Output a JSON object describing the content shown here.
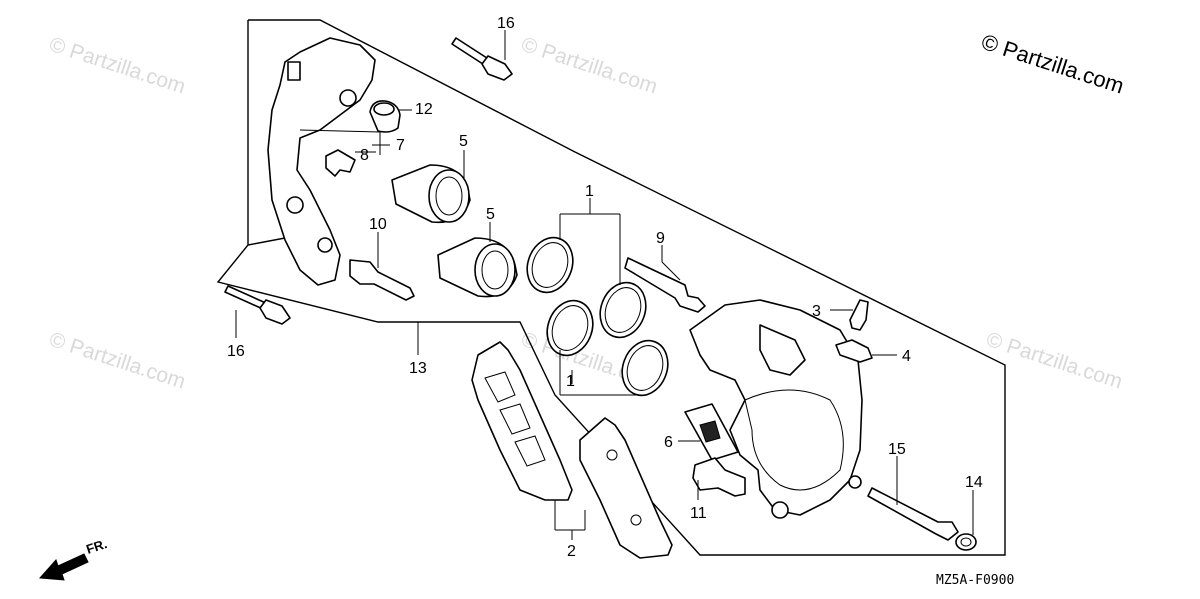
{
  "copyright": "© Partzilla.com",
  "watermark": "© Partzilla.com",
  "diagram_code": "MZ5A-F0900",
  "front_indicator": "FR.",
  "part_labels": {
    "p16_top": "16",
    "p12": "12",
    "p8": "8",
    "p7": "7",
    "p5_top": "5",
    "p5_mid": "5",
    "p1_top": "1",
    "p10": "10",
    "p9": "9",
    "p3": "3",
    "p4": "4",
    "p16_bottom": "16",
    "p13": "13",
    "p1_bottom": "1",
    "p6": "6",
    "p15": "15",
    "p14": "14",
    "p11": "11",
    "p2": "2"
  }
}
